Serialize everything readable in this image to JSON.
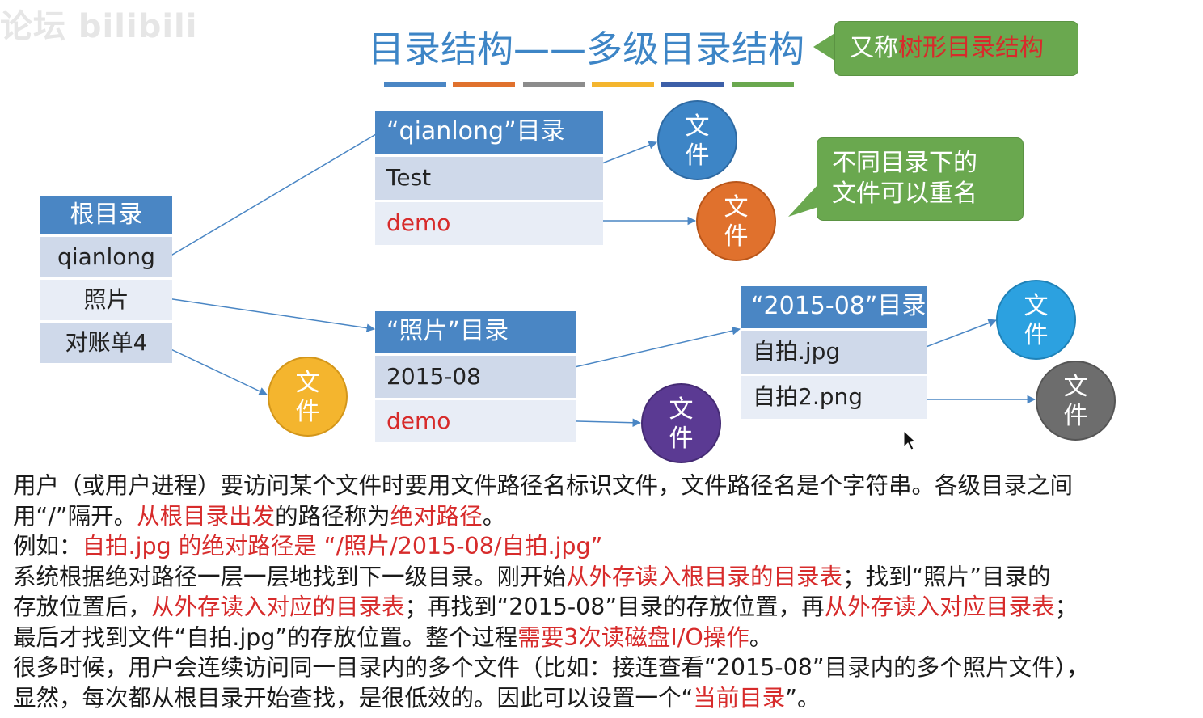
{
  "watermark": "论坛 bilibili",
  "title": "目录结构——多级目录结构",
  "title_bar_colors": [
    "#4a86c4",
    "#e0712d",
    "#8c8c8c",
    "#f4b52e",
    "#3c5fa8",
    "#6aa84f"
  ],
  "callout_alias": {
    "prefix": "又称",
    "highlight": "树形目录结构"
  },
  "callout_rename": {
    "line1": "不同目录下的",
    "line2": "文件可以重名"
  },
  "root_table": {
    "header": "根目录",
    "rows": [
      "qianlong",
      "照片",
      "对账单4"
    ]
  },
  "qianlong_table": {
    "header": "“qianlong”目录",
    "rows": [
      "Test",
      "demo"
    ]
  },
  "photo_table": {
    "header": "“照片”目录",
    "rows": [
      "2015-08",
      "demo"
    ]
  },
  "month_table": {
    "header": "“2015-08”目录",
    "rows": [
      "自拍.jpg",
      "自拍2.png"
    ]
  },
  "file_circle": {
    "line1": "文",
    "line2": "件"
  },
  "colors": {
    "accent_red": "#d72b2b",
    "header_blue": "#4a86c4",
    "callout_green": "#6aa84f",
    "title_blue": "#3d85c6"
  },
  "paragraphs": {
    "p1a": "用户（或用户进程）要访问某个文件时要用文件路径名标识文件，文件路径名是个字符串。各级目录之间",
    "p1b_prefix": "用“/”隔开。",
    "p1b_red1": "从根目录出发",
    "p1b_mid": "的路径称为",
    "p1b_red2": "绝对路径",
    "p1b_end": "。",
    "p2_prefix": "例如：",
    "p2_red": "自拍.jpg 的绝对路径是 “/照片/2015-08/自拍.jpg”",
    "p3a_prefix": "系统根据绝对路径一层一层地找到下一级目录。刚开始",
    "p3a_red": "从外存读入根目录的目录表",
    "p3a_end": "；找到“照片”目录的",
    "p3b_prefix": "存放位置后，",
    "p3b_red1": "从外存读入对应的目录表",
    "p3b_mid": "；再找到“2015-08”目录的存放位置，再",
    "p3b_red2": "从外存读入对应目录表",
    "p3b_end": "；",
    "p3c_prefix": "最后才找到文件“自拍.jpg”的存放位置。整个过程",
    "p3c_red": "需要3次读磁盘I/O操作",
    "p3c_end": "。",
    "p4a": "很多时候，用户会连续访问同一目录内的多个文件（比如：接连查看“2015-08”目录内的多个照片文件），",
    "p4b_prefix": "显然，每次都从根目录开始查找，是很低效的。因此可以设置一个“",
    "p4b_red": "当前目录",
    "p4b_end": "”。"
  }
}
